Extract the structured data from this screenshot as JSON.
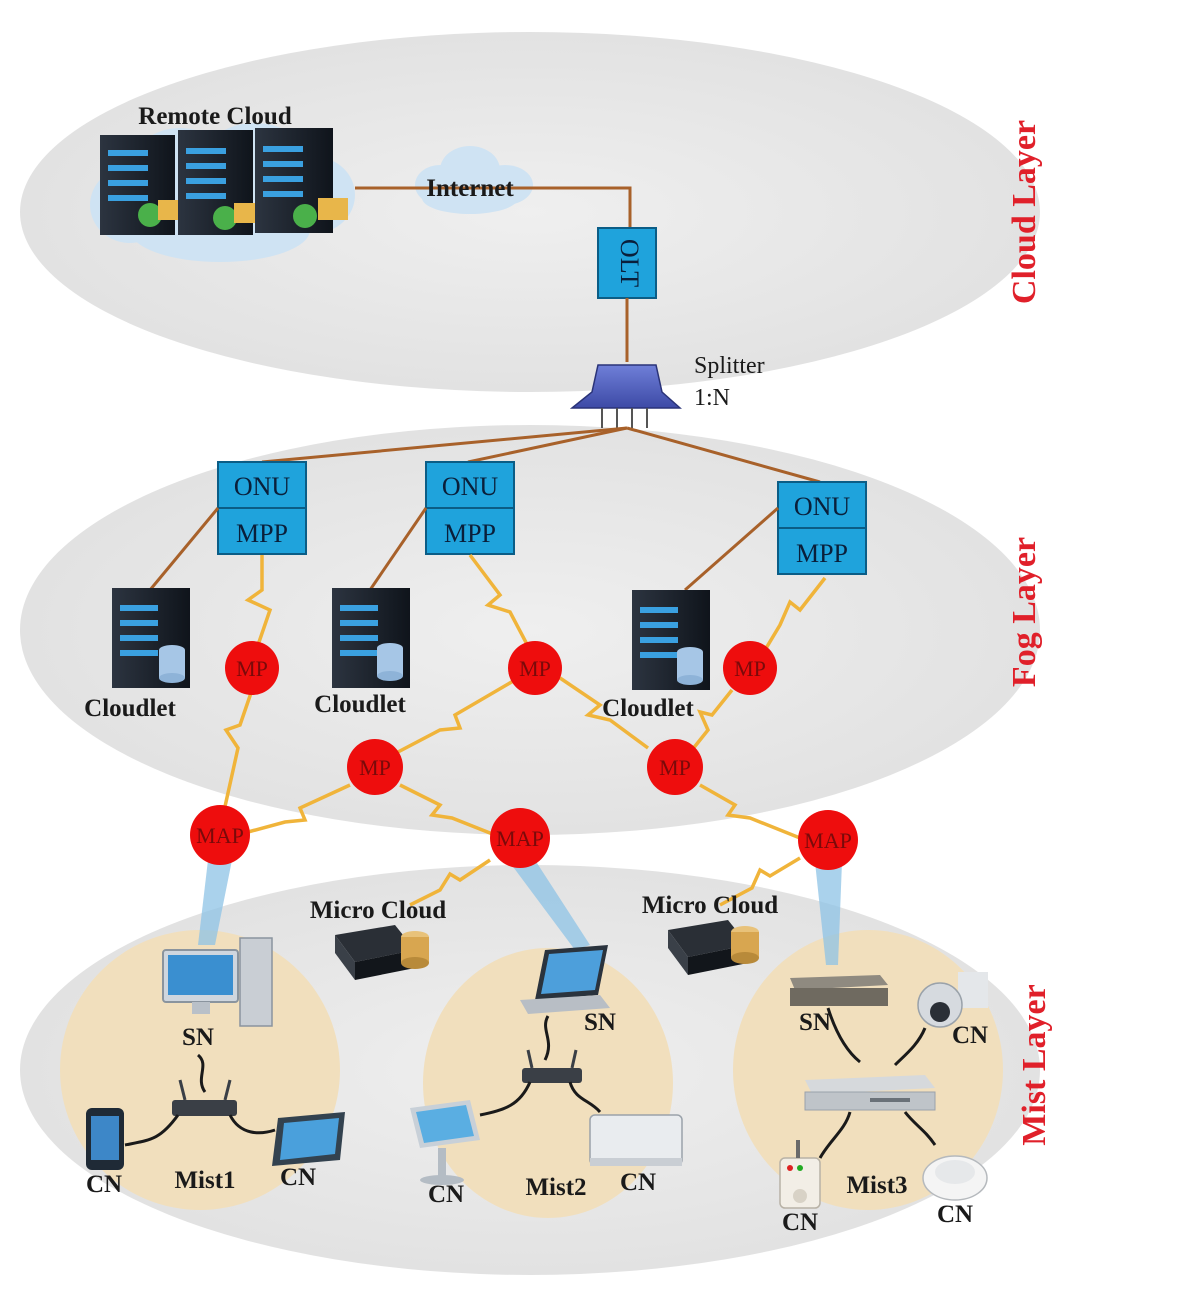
{
  "layers": {
    "cloud": "Cloud Layer",
    "fog": "Fog Layer",
    "mist": "Mist Layer"
  },
  "cloud": {
    "remote_cloud": "Remote Cloud",
    "internet": "Internet",
    "olt": "OLT",
    "splitter_line1": "Splitter",
    "splitter_line2": "1:N"
  },
  "fog": {
    "onu": "ONU",
    "mpp": "MPP",
    "mp": "MP",
    "cloudlet": "Cloudlet"
  },
  "access": {
    "map": "MAP",
    "micro_cloud": "Micro Cloud"
  },
  "mist": {
    "sn": "SN",
    "cn": "CN",
    "clusters": [
      "Mist1",
      "Mist2",
      "Mist3"
    ]
  },
  "colors": {
    "layer_title": "#e0202a",
    "box_fill": "#1fa3dc",
    "node_fill": "#ee0d0d",
    "fiber": "#a8612a",
    "wireless": "#f0b43a",
    "mist_circle": "#f1dfbd",
    "layer_ellipse": "#e8e8e8"
  }
}
